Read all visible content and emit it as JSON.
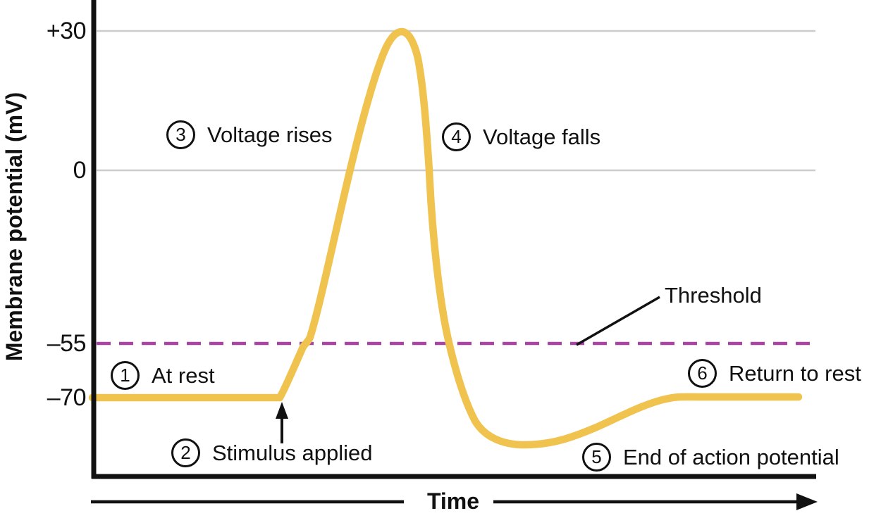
{
  "figure": {
    "y_axis": {
      "label": "Membrane potential (mV)",
      "ticks": [
        {
          "label": "+30"
        },
        {
          "label": "0"
        },
        {
          "label": "–55"
        },
        {
          "label": "–70"
        }
      ]
    },
    "x_axis": {
      "label": "Time"
    },
    "threshold_label": "Threshold",
    "steps": [
      {
        "num": "1",
        "label": "At rest"
      },
      {
        "num": "2",
        "label": "Stimulus applied"
      },
      {
        "num": "3",
        "label": "Voltage rises"
      },
      {
        "num": "4",
        "label": "Voltage falls"
      },
      {
        "num": "5",
        "label": "End of action potential"
      },
      {
        "num": "6",
        "label": "Return to rest"
      }
    ]
  },
  "colors": {
    "curve": "#F0C24E",
    "threshold_line": "#A844A2",
    "gridline": "#CCCCCC",
    "axis_and_text": "#111111"
  },
  "chart_data": {
    "type": "line",
    "title": "",
    "xlabel": "Time",
    "ylabel": "Membrane potential (mV)",
    "x_units": "unlabeled (no numeric time scale shown)",
    "y_tick_values_mV": [
      30,
      0,
      -55,
      -70
    ],
    "gridlines_at_mV": [
      30,
      0
    ],
    "legend": "none",
    "y_axis_note": "tick spacing not linear in source figure",
    "reference_lines": [
      {
        "label": "Threshold",
        "value_mV": -55,
        "style": "dashed",
        "color": "#A844A2"
      }
    ],
    "series": [
      {
        "name": "Membrane potential",
        "color": "#F0C24E",
        "points": [
          {
            "t": 0.0,
            "mV": -70,
            "event": "At rest"
          },
          {
            "t": 1.0,
            "mV": -70,
            "event": "Stimulus applied"
          },
          {
            "t": 1.15,
            "mV": -55,
            "event": "Crosses threshold"
          },
          {
            "t": 1.65,
            "mV": 30,
            "event": "Peak depolarization"
          },
          {
            "t": 2.3,
            "mV": -78,
            "event": "Hyperpolarization trough (estimated)"
          },
          {
            "t": 3.1,
            "mV": -70,
            "event": "End of action potential / return to rest"
          },
          {
            "t": 3.8,
            "mV": -70,
            "event": "Return to rest"
          }
        ]
      }
    ],
    "annotations": [
      {
        "step": "1",
        "label": "At rest",
        "position": "at resting line before stimulus"
      },
      {
        "step": "2",
        "label": "Stimulus applied",
        "position": "arrow pointing up at start of rise"
      },
      {
        "step": "3",
        "label": "Voltage rises",
        "position": "left of rising phase"
      },
      {
        "step": "4",
        "label": "Voltage falls",
        "position": "right of falling phase"
      },
      {
        "step": "5",
        "label": "End of action potential",
        "position": "near hyperpolarization trough"
      },
      {
        "step": "6",
        "label": "Return to rest",
        "position": "above final resting segment"
      },
      {
        "label": "Threshold",
        "position": "callout line pointing to dashed threshold line"
      }
    ]
  }
}
